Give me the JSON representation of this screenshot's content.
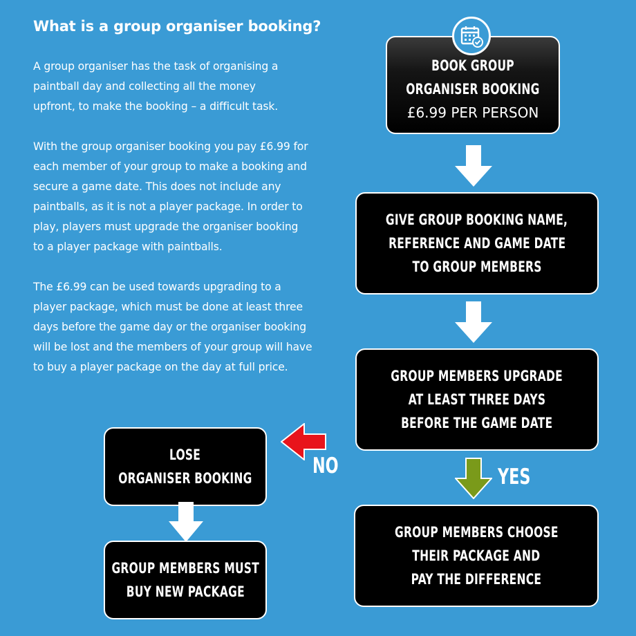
{
  "heading": "What is a group organiser booking?",
  "paragraphs": [
    [
      "A group organiser has the task of organising a",
      "paintball day and collecting all the money",
      "upfront, to make the booking – a difficult task."
    ],
    [
      "With the group organiser booking you pay £6.99 for",
      "each member of your group to make a booking and",
      "secure a game date. This does not include any",
      "paintballs, as it is not a player package. In order to",
      "play, players must upgrade the organiser booking",
      "to a player package with paintballs."
    ],
    [
      "The £6.99 can be used towards upgrading to a",
      "player package, which must be done at least three",
      "days before the game day or the organiser booking",
      "will be lost and the members of your group will have",
      "to buy a player package on the day at full price."
    ]
  ],
  "flow": {
    "book": {
      "line1": "BOOK GROUP",
      "line2": "ORGANISER BOOKING",
      "price": "£6.99 PER PERSON"
    },
    "give": {
      "line1": "GIVE GROUP BOOKING NAME,",
      "line2": "REFERENCE AND GAME DATE",
      "line3": "TO GROUP MEMBERS"
    },
    "upgrade": {
      "line1": "GROUP MEMBERS UPGRADE",
      "line2": "AT LEAST THREE DAYS",
      "line3": "BEFORE THE GAME DATE"
    },
    "choose": {
      "line1": "GROUP MEMBERS CHOOSE",
      "line2": "THEIR PACKAGE AND",
      "line3": "PAY THE DIFFERENCE"
    },
    "lose": {
      "line1": "LOSE",
      "line2": "ORGANISER BOOKING"
    },
    "must": {
      "line1": "GROUP MEMBERS MUST",
      "line2": "BUY NEW PACKAGE"
    },
    "no_label": "NO",
    "yes_label": "YES"
  },
  "colors": {
    "background": "#3a9bd5",
    "arrow_white": "#ffffff",
    "arrow_no": "#e8141b",
    "arrow_yes": "#7a9a1a"
  },
  "icons": {
    "calendar": "calendar-check-icon"
  }
}
